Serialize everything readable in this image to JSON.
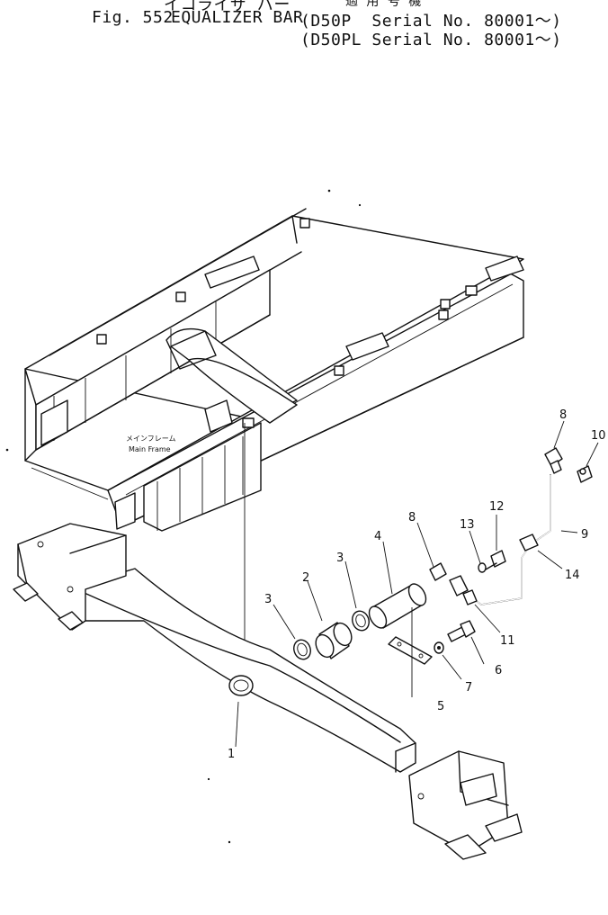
{
  "header": {
    "jp_title": "イコライザ バー",
    "jp_applicability": "適 用 号 機",
    "fig_label": "Fig. 552",
    "title": "EQUALIZER BAR",
    "serial_1": "(D50P  Serial No. 80001～)",
    "serial_2": "(D50PL Serial No. 80001～)"
  },
  "frame_label": {
    "jp": "メインフレーム",
    "en": "Main Frame"
  },
  "callouts": [
    "1",
    "2",
    "3",
    "3",
    "4",
    "5",
    "6",
    "7",
    "8",
    "8",
    "9",
    "10",
    "11",
    "12",
    "13",
    "14"
  ]
}
